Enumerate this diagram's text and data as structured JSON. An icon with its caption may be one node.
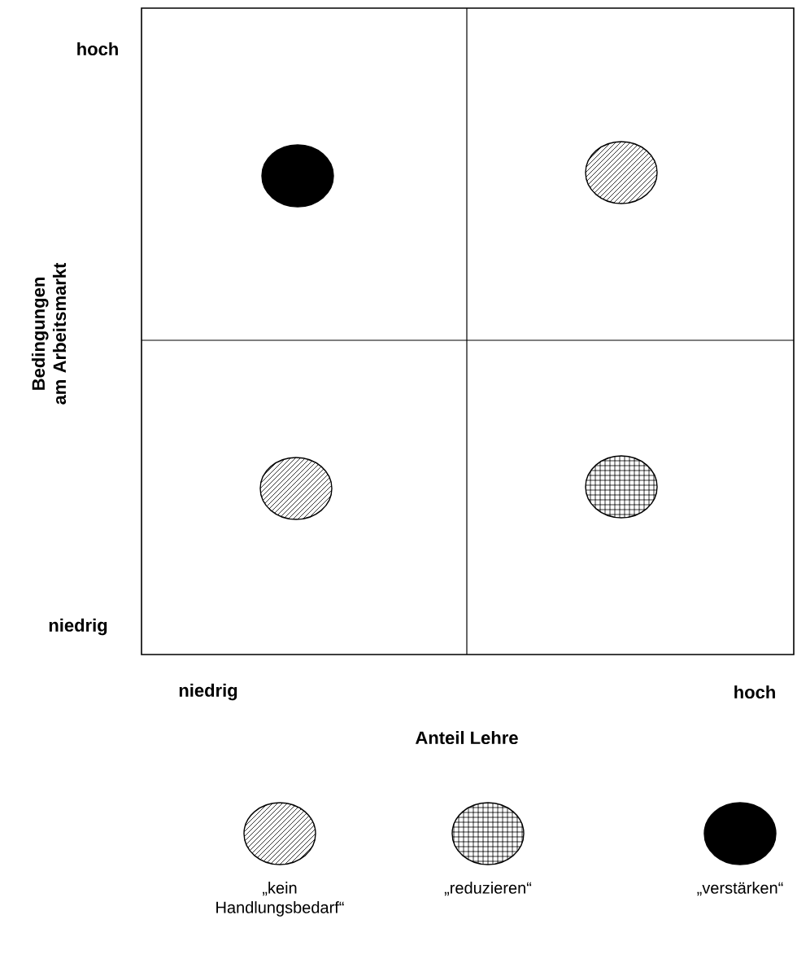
{
  "diagram": {
    "labels": [
      "hoch",
      "Bedingungen am Arbeitsmarkt",
      "niedrig",
      "niedrig",
      "hoch",
      "Anteil Lehre"
    ],
    "legend": [
      {
        "text": "„kein Handlungsbedarf“"
      },
      {
        "text": "„reduzieren“"
      },
      {
        "text": "„verstärken“"
      }
    ]
  }
}
